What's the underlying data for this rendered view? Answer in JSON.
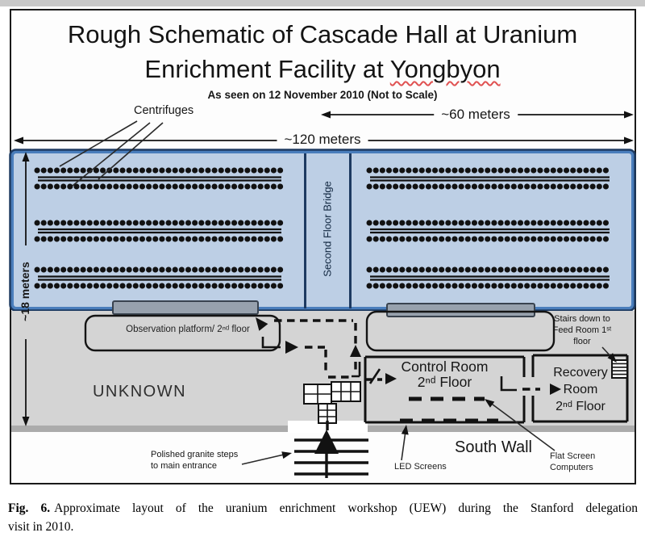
{
  "colors": {
    "hall_fill": "#bdcfe5",
    "hall_border_blue": "#4a7ebc",
    "hall_border_navy": "#1d3a61",
    "region_gray": "#d4d4d4",
    "strip_gray": "#ababab",
    "bar_fill": "#97a1ad",
    "bar_border": "#39434f",
    "top_band": "#c9c9c9",
    "spellcheck_red": "#e05252"
  },
  "header": {
    "title_line1": "Rough Schematic of Cascade Hall at Uranium",
    "title_line2_prefix": "Enrichment Facility at ",
    "title_line2_underlined": "Yongbyon",
    "subtitle": "As seen on 12 November 2010 (Not to Scale)"
  },
  "annotations": {
    "centrifuges": "Centrifuges",
    "dim_width_right_wing": "~60 meters",
    "dim_width_full": "~120 meters",
    "dim_height": "~18 meters",
    "bridge": "Second Floor Bridge",
    "observation_platform": "Observation platform/ 2ⁿᵈ floor",
    "unknown": "UNKNOWN",
    "control_room": {
      "line1": "Control Room",
      "line2": "2ⁿᵈ Floor"
    },
    "recovery_room": {
      "line1": "Recovery",
      "line2": "Room",
      "line3": "2ⁿᵈ Floor"
    },
    "stairs_down": {
      "line1": "Stairs down to",
      "line2": "Feed Room 1ˢᵗ",
      "line3": "floor"
    },
    "granite_steps": {
      "line1": "Polished granite steps",
      "line2": "to main entrance"
    },
    "led_screens": "LED Screens",
    "south_wall": "South Wall",
    "flat_screen": {
      "line1": "Flat Screen",
      "line2": "Computers"
    }
  },
  "caption": {
    "fig_label": "Fig. 6.",
    "line1": "Approximate layout of the uranium enrichment workshop (UEW) during the Stanford delegation",
    "line2": "visit in 2010."
  }
}
